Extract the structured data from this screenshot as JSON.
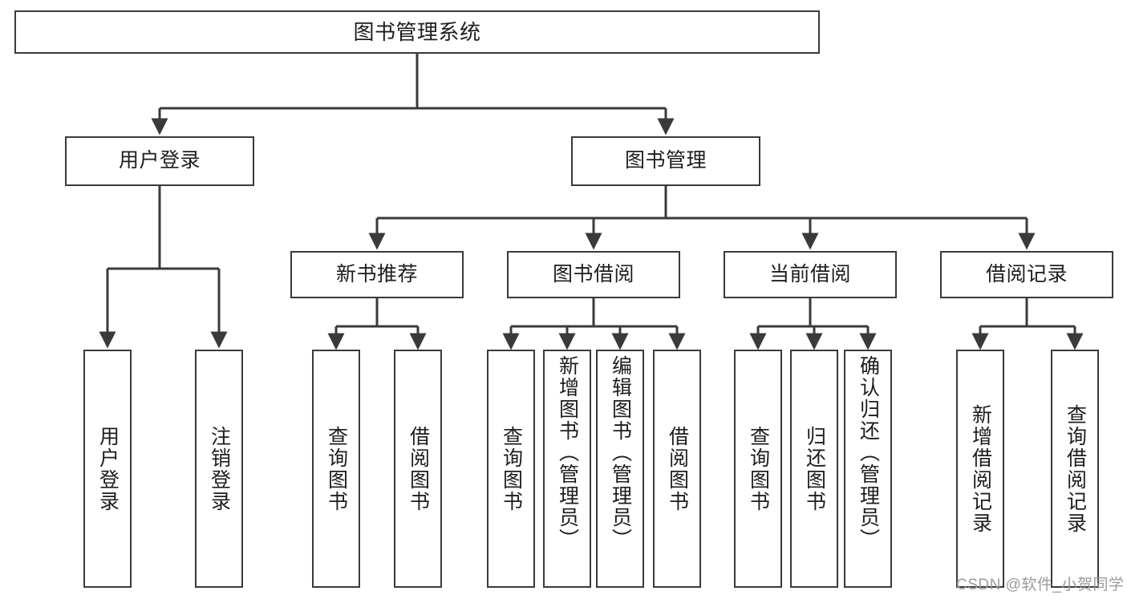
{
  "diagram": {
    "title": "图书管理系统",
    "root": {
      "label": "图书管理系统"
    },
    "level1": [
      {
        "label": "用户登录"
      },
      {
        "label": "图书管理"
      }
    ],
    "level2": [
      {
        "label": "新书推荐"
      },
      {
        "label": "图书借阅"
      },
      {
        "label": "当前借阅"
      },
      {
        "label": "借阅记录"
      }
    ],
    "leaves": {
      "user_login": [
        {
          "label": "用户登录"
        },
        {
          "label": "注销登录"
        }
      ],
      "new_book_recommend": [
        {
          "label": "查询图书"
        },
        {
          "label": "借阅图书"
        }
      ],
      "book_borrow": [
        {
          "label": "查询图书"
        },
        {
          "label": "新增图书（管理员）"
        },
        {
          "label": "编辑图书（管理员）"
        },
        {
          "label": "借阅图书"
        }
      ],
      "current_borrow": [
        {
          "label": "查询图书"
        },
        {
          "label": "归还图书"
        },
        {
          "label": "确认归还（管理员）"
        }
      ],
      "borrow_record": [
        {
          "label": "新增借阅记录"
        },
        {
          "label": "查询借阅记录"
        }
      ]
    }
  },
  "watermark": {
    "text": "CSDN @软件_小贺同学"
  },
  "colors": {
    "box_border": "#3a3a3a",
    "box_fill": "#ffffff",
    "text": "#1d1d1d",
    "line": "#3a3a3a",
    "watermark": "#9b9b9b"
  }
}
